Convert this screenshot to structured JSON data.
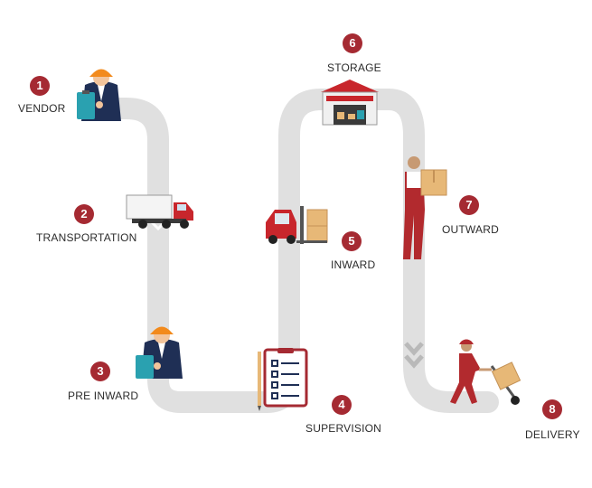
{
  "steps": [
    {
      "number": "1",
      "label": "VENDOR"
    },
    {
      "number": "2",
      "label": "TRANSPORTATION"
    },
    {
      "number": "3",
      "label": "PRE INWARD"
    },
    {
      "number": "4",
      "label": "SUPERVISION"
    },
    {
      "number": "5",
      "label": "INWARD"
    },
    {
      "number": "6",
      "label": "STORAGE"
    },
    {
      "number": "7",
      "label": "OUTWARD"
    },
    {
      "number": "8",
      "label": "DELIVERY"
    }
  ],
  "colors": {
    "path": "#e0e0e0",
    "path_arrow": "#b9b9b9",
    "badge": "#a52a32",
    "worker_red": "#b22a2e",
    "helmet": "#f28a1c",
    "suit": "#1f2f55",
    "clipboard": "#2aa1b0",
    "box": "#e7b877"
  },
  "icons": {
    "vendor": "vendor-worker-icon",
    "transportation": "truck-icon",
    "pre_inward": "clipboard-worker-icon",
    "supervision": "checklist-icon",
    "inward": "forklift-icon",
    "storage": "warehouse-icon",
    "outward": "box-carrier-icon",
    "delivery": "hand-truck-icon"
  }
}
